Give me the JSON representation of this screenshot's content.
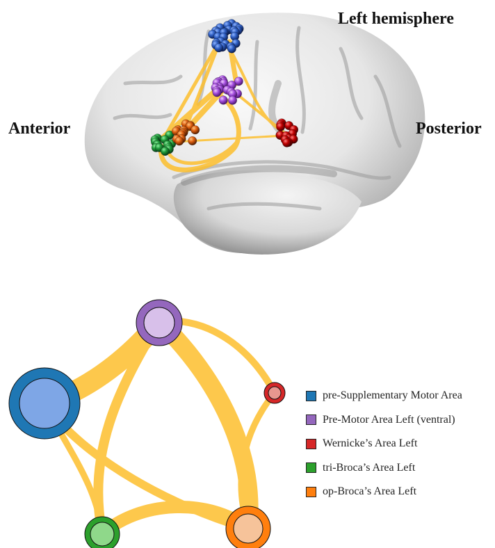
{
  "brain_labels": {
    "hemisphere": "Left hemisphere",
    "anterior": "Anterior",
    "posterior": "Posterior"
  },
  "colors": {
    "edge": "#fdbf2d",
    "pre_sma": "#1f6fb4",
    "pre_motor": "#9a5cc6",
    "wernicke": "#d62728",
    "tri_broca": "#2ca02c",
    "op_broca": "#ff7f0e"
  },
  "regions": [
    {
      "id": "pre-sma",
      "label": "pre-Supplementary Motor Area",
      "color": "#1f77b4"
    },
    {
      "id": "pre-motor",
      "label": "Pre-Motor Area Left (ventral)",
      "color": "#9467bd"
    },
    {
      "id": "wernicke",
      "label": "Wernicke’s Area Left",
      "color": "#d62728"
    },
    {
      "id": "tri-broca",
      "label": "tri-Broca’s Area Left",
      "color": "#2ca02c"
    },
    {
      "id": "op-broca",
      "label": "op-Broca’s Area Left",
      "color": "#ff7f0e"
    }
  ]
}
